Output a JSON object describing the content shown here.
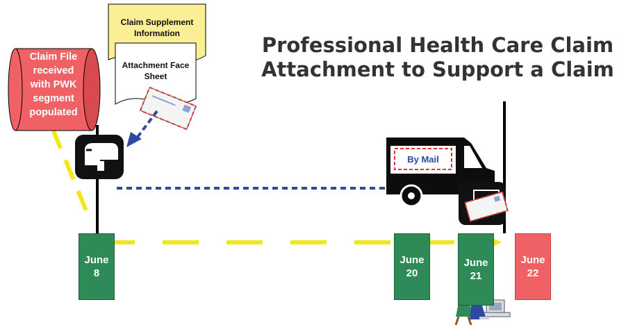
{
  "title": {
    "line1": "Professional Health Care Claim",
    "line2": "Attachment to Support a Claim"
  },
  "claim_file": {
    "lines": [
      "Claim File",
      "received",
      "with PWK",
      "segment",
      "populated"
    ]
  },
  "claim_supplement": {
    "lines": [
      "Claim Supplement",
      "Information"
    ]
  },
  "attachment_face": {
    "lines": [
      "Attachment Face",
      "Sheet"
    ]
  },
  "truck": {
    "label": "By Mail"
  },
  "dates": [
    {
      "month": "June",
      "day": "8"
    },
    {
      "month": "June",
      "day": "20"
    },
    {
      "month": "June",
      "day": "21"
    },
    {
      "month": "June",
      "day": "22"
    }
  ],
  "colors": {
    "green": "#2e8b57",
    "red": "#ef6165",
    "yellow_dash": "#f2e61c",
    "blue_dash": "#2b4aa0",
    "note_yellow": "#fbef95"
  },
  "icons": [
    "mailbox-icon",
    "mail-truck-icon",
    "envelope-icon",
    "people-at-computer-icon"
  ]
}
